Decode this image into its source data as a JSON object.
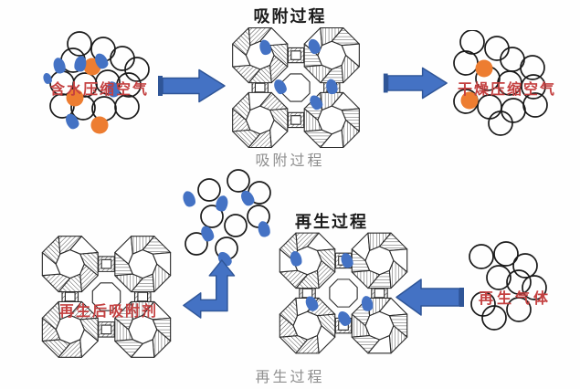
{
  "colors": {
    "arrow_blue": "#4472c4",
    "arrow_border": "#2f5597",
    "water_blue": "#4472c4",
    "particle_orange": "#ed7d31",
    "label_red": "#c44040",
    "caption_gray": "#8f8f8f",
    "title_black": "#1c1c1c"
  },
  "adsorption": {
    "title": "吸附过程",
    "caption": "吸附过程",
    "wet_air_label": "含水压缩空气",
    "dry_air_label": "干燥压缩空气"
  },
  "regeneration": {
    "title": "再生过程",
    "caption": "再生过程",
    "adsorbent_label": "再生后吸附剂",
    "gas_label": "再生气体"
  },
  "icons": {
    "right_arrow": "block-arrow-right",
    "left_arrow": "block-arrow-left",
    "bent_arrow": "block-arrow-up-left",
    "water_droplet": "blue-teardrop",
    "air_molecule": "white-circle",
    "impurity_particle": "orange-circle",
    "zeolite": "molecular-sieve-cage-framework"
  }
}
